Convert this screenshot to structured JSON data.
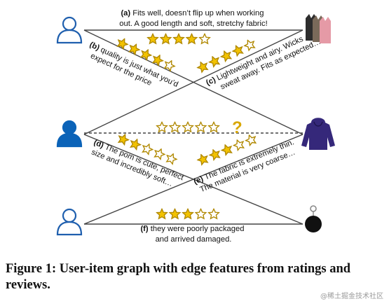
{
  "reviews": [
    {
      "tag": "(a)",
      "lines": [
        "Fits well, doesn’t flip up when working",
        "out. A good length and soft, stretchy fabric!"
      ]
    },
    {
      "tag": "(b)",
      "lines": [
        "quality is just what you’d",
        "expect for the price"
      ]
    },
    {
      "tag": "(c)",
      "lines": [
        "Lightweight and airy. Wicks",
        "sweat away. Fits as expected…"
      ]
    },
    {
      "tag": "(d)",
      "lines": [
        "The pom is cute, perfect",
        "size and incredibly soft…"
      ]
    },
    {
      "tag": "(e)",
      "lines": [
        "The fabric is extremely thin.",
        "The material is very coarse…"
      ]
    },
    {
      "tag": "(f)",
      "lines": [
        "they were poorly packaged",
        "and arrived damaged."
      ]
    }
  ],
  "ratings": {
    "a": 4,
    "b": 4,
    "c": 4,
    "d": 2,
    "e": 3,
    "f": 3,
    "unknown": 0
  },
  "unknown_mark": "?",
  "caption": "Figure 1: User-item graph with edge features from ratings and reviews.",
  "watermark": "@稀土掘金技术社区",
  "colors": {
    "user_outline": "#1f5fae",
    "user_target": "#0b63b8",
    "star_fill": "#f2c200",
    "star_stroke": "#b08800",
    "edge": "#444444",
    "hoodie": "#35287a"
  },
  "icons": {
    "user": "user-icon",
    "tanks": "tank-tops-icon",
    "hoodie": "hoodie-icon",
    "pom": "pom-keychain-icon"
  }
}
